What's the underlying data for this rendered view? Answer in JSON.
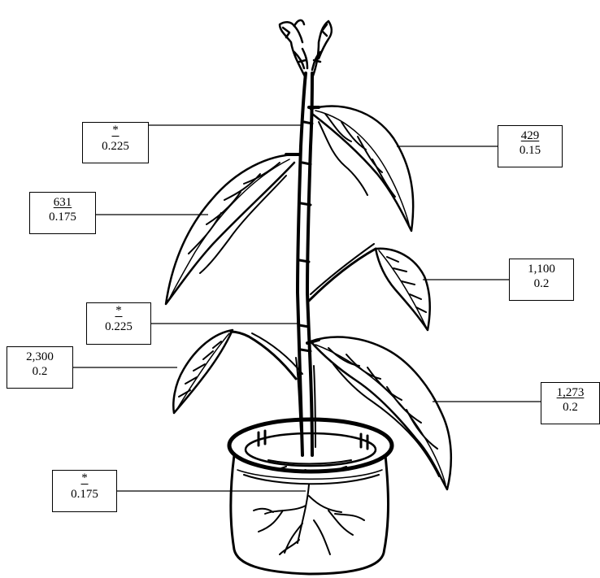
{
  "labels": [
    {
      "id": "box-1",
      "top": "*",
      "bottom": "0.225"
    },
    {
      "id": "box-2",
      "top": "429",
      "bottom": "0.15"
    },
    {
      "id": "box-3",
      "top": "631",
      "bottom": "0.175"
    },
    {
      "id": "box-4",
      "top": "1,100",
      "bottom": "0.2"
    },
    {
      "id": "box-5",
      "top": "*",
      "bottom": "0.225"
    },
    {
      "id": "box-6",
      "top": "2,300",
      "bottom": "0.2"
    },
    {
      "id": "box-7",
      "top": "1,273",
      "bottom": "0.2"
    },
    {
      "id": "box-8",
      "top": "*",
      "bottom": "0.175"
    }
  ]
}
